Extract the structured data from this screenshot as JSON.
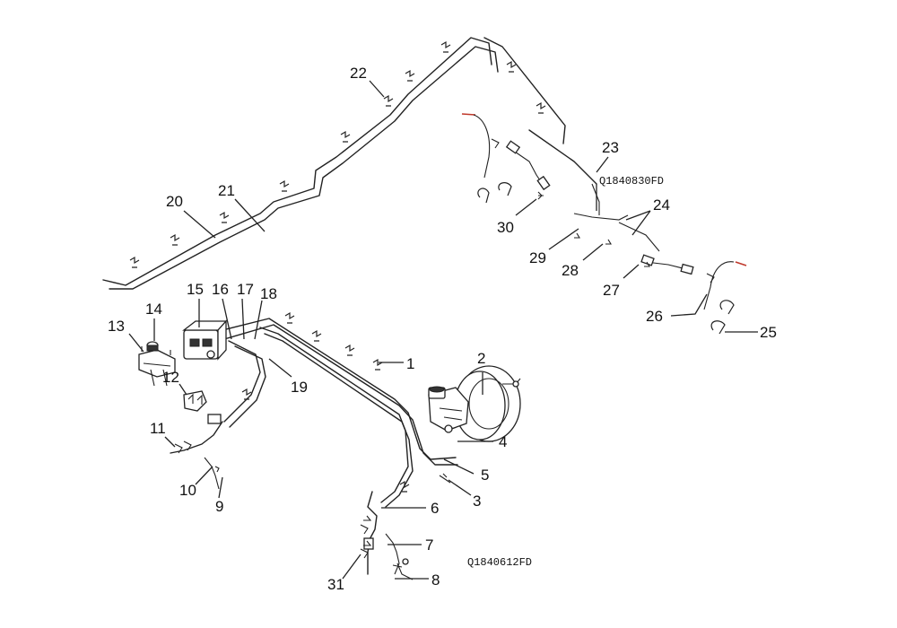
{
  "diagram": {
    "callouts": [
      "1",
      "2",
      "3",
      "4",
      "5",
      "6",
      "7",
      "8",
      "9",
      "10",
      "11",
      "12",
      "13",
      "14",
      "15",
      "16",
      "17",
      "18",
      "19",
      "20",
      "21",
      "22",
      "23",
      "24",
      "25",
      "26",
      "27",
      "28",
      "29",
      "30",
      "31"
    ],
    "codes": [
      "Q1840830FD",
      "Q1840612FD"
    ]
  }
}
